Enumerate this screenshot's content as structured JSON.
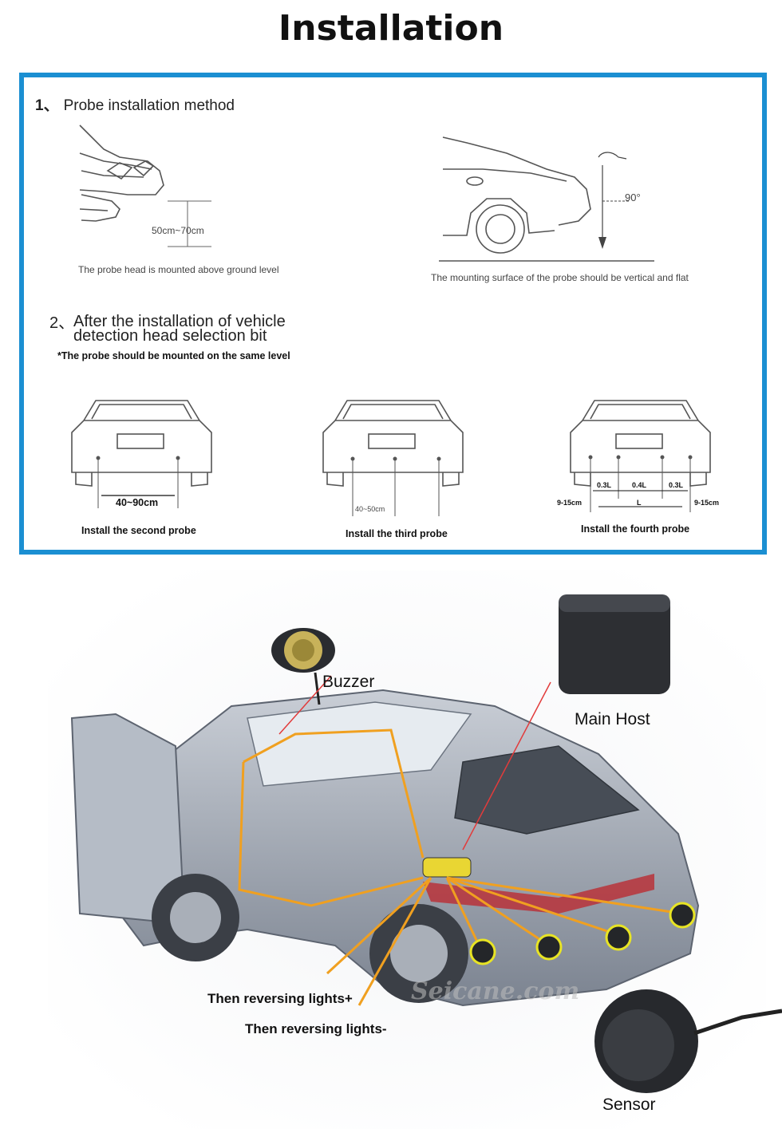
{
  "page_title": "Installation",
  "section1": {
    "number": "1、",
    "label": "Probe installation method",
    "left_measure": "50cm~70cm",
    "left_caption": "The probe head is mounted above ground level",
    "right_angle": "90°",
    "right_caption": "The mounting surface of the probe should be vertical and flat"
  },
  "section2": {
    "number": "2、",
    "label_line1": "After the installation of vehicle",
    "label_line2": "detection head selection bit",
    "note": "*The probe should be mounted on the same level",
    "cars": [
      {
        "measure": "40~90cm",
        "caption": "Install the second probe"
      },
      {
        "measure": "40~50cm",
        "caption": "Install the third probe"
      },
      {
        "caption": "Install the fourth probe",
        "m_left": "9-15cm",
        "m_right": "9-15cm",
        "m_a": "0.3L",
        "m_b": "0.4L",
        "m_c": "0.3L",
        "m_total": "L"
      }
    ]
  },
  "diagram": {
    "buzzer": "Buzzer",
    "main_host": "Main Host",
    "sensor": "Sensor",
    "wire_plus": "Then reversing lights+",
    "wire_minus": "Then reversing lights-",
    "watermark": "Seicane.com"
  }
}
